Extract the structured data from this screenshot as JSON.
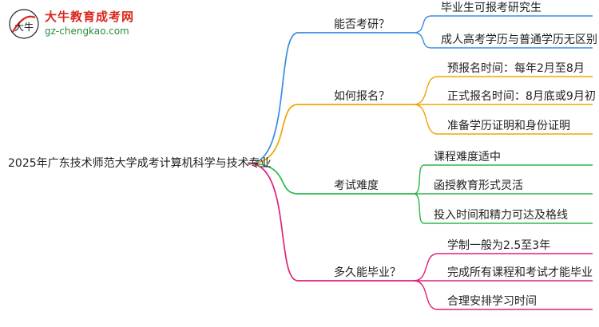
{
  "logo": {
    "title": "大牛教育成考网",
    "url": "gz-chengkao.com",
    "mark_text": "大牛",
    "colors": {
      "title": "#d9261c",
      "url": "#2a8a3a"
    }
  },
  "root": {
    "text": "2025年广东技术师范大学成考计算机科学与技术专业"
  },
  "branches": [
    {
      "label": "能否考研？",
      "color": "#3b8be0",
      "children": [
        "毕业生可报考研究生",
        "成人高考学历与普通学历无区别"
      ]
    },
    {
      "label": "如何报名？",
      "color": "#f0a500",
      "children": [
        "预报名时间：每年2月至8月",
        "正式报名时间：8月底或9月初",
        "准备学历证明和身份证明"
      ]
    },
    {
      "label": "考试难度",
      "color": "#2cb84b",
      "children": [
        "课程难度适中",
        "函授教育形式灵活",
        "投入时间和精力可达及格线"
      ]
    },
    {
      "label": "多久能毕业？",
      "color": "#e0207a",
      "children": [
        "学制一般为2.5至3年",
        "完成所有课程和考试才能毕业",
        "合理安排学习时间"
      ]
    }
  ]
}
